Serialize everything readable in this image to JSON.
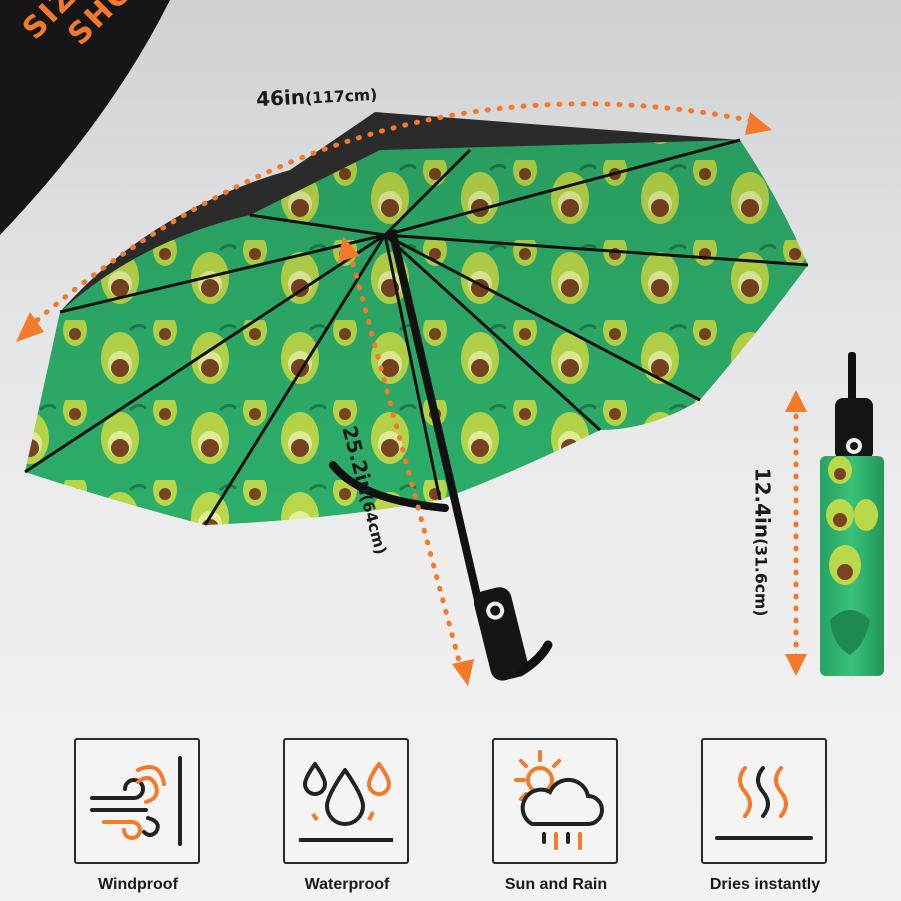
{
  "badge": {
    "line1": "SIZE",
    "line2": "SHOW"
  },
  "dimensions": {
    "width": {
      "value": "46in",
      "metric": "(117cm)"
    },
    "length": {
      "value": "25.2in",
      "metric": "(64cm)"
    },
    "folded": {
      "value": "12.4in",
      "metric": "(31.6cm)"
    }
  },
  "features": [
    {
      "label": "Windproof",
      "icon": "wind-icon"
    },
    {
      "label": "Waterproof",
      "icon": "water-drops-icon"
    },
    {
      "label": "Sun and Rain",
      "icon": "sun-rain-cloud-icon"
    },
    {
      "label": "Dries instantly",
      "icon": "heat-waves-icon"
    }
  ],
  "colors": {
    "accent": "#f47a2a",
    "canopy": "#2dae6a",
    "outer": "#2b2b2b",
    "avocado": "#b9d84a",
    "pit": "#7a4422"
  }
}
